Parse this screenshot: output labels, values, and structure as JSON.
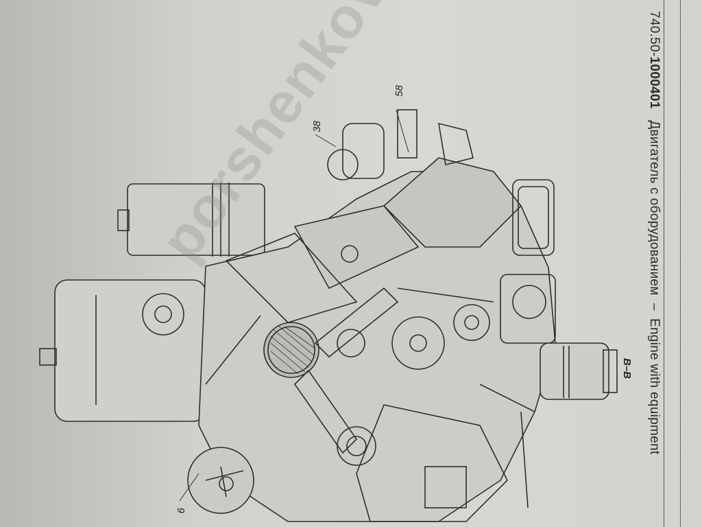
{
  "header": {
    "code_prefix": "740.50-",
    "code_bold": "1000401",
    "title_ru": "Двигатель с оборудованием",
    "separator": "–",
    "title_en": "Engine with equipment"
  },
  "section_label": "В–В",
  "callouts": {
    "c58": "58",
    "c38": "38",
    "c6": "6"
  },
  "watermark": "porshenkov.ru",
  "colors": {
    "paper": "#d3d3ce",
    "ink": "#2a2a2a"
  }
}
